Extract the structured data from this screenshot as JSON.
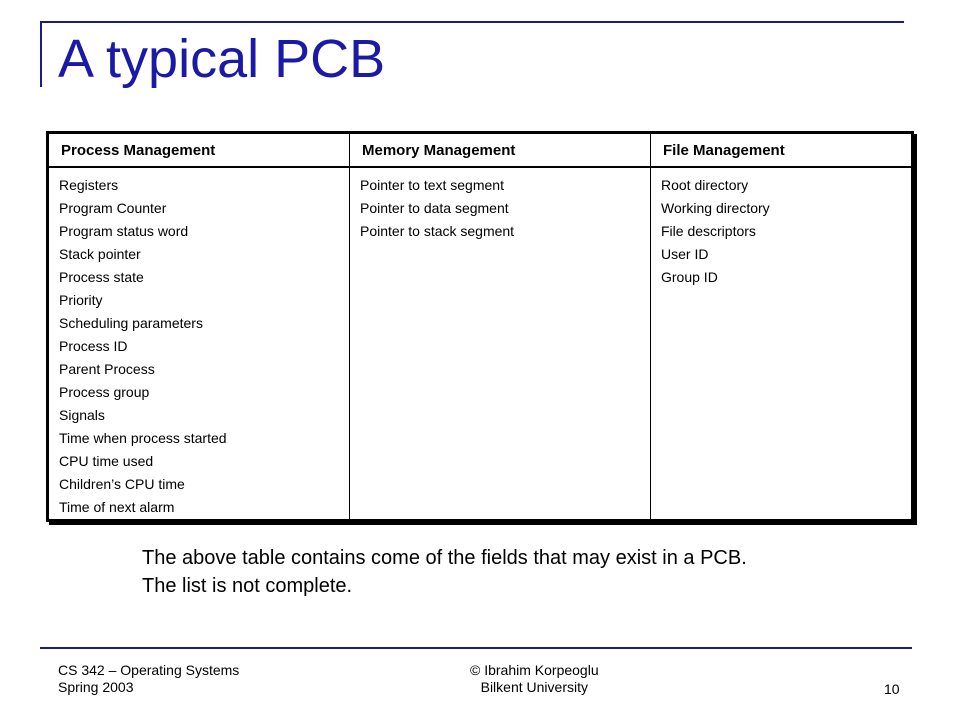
{
  "slide": {
    "title": "A typical PCB",
    "page_number": "10"
  },
  "table": {
    "headers": [
      "Process Management",
      "Memory Management",
      "File Management"
    ],
    "columns": [
      [
        "Registers",
        "Program Counter",
        "Program status word",
        "Stack pointer",
        "Process state",
        "Priority",
        "Scheduling parameters",
        "Process ID",
        "Parent Process",
        "Process group",
        "Signals",
        "Time when process started",
        "CPU time used",
        "Children’s CPU time",
        "Time of next alarm"
      ],
      [
        "Pointer to text segment",
        "Pointer to data segment",
        "Pointer to stack segment"
      ],
      [
        "Root directory",
        "Working directory",
        "File descriptors",
        "User ID",
        "Group ID"
      ]
    ]
  },
  "note": {
    "line1": "The above table contains come of the fields that may exist in a PCB.",
    "line2": "The list is not complete."
  },
  "footer": {
    "course": "CS 342 – Operating Systems",
    "term": "Spring 2003",
    "author": "© Ibrahim Korpeoglu",
    "institution": "Bilkent University"
  },
  "colors": {
    "title": "#1a1aa6",
    "rules": "#1a1a8c"
  }
}
